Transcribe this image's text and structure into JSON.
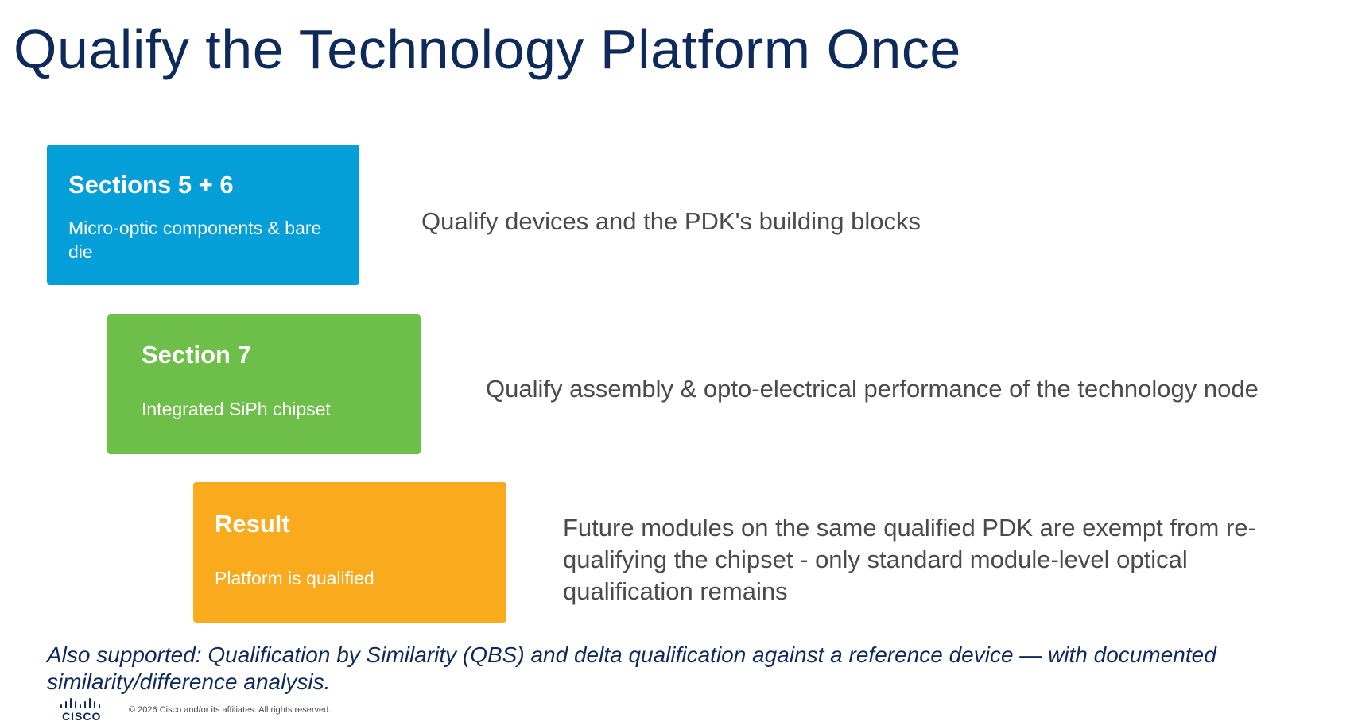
{
  "title": "Qualify the Technology Platform Once",
  "steps": [
    {
      "title": "Sections 5 + 6",
      "subtitle": "Micro-optic components & bare die",
      "description": "Qualify devices and the PDK's building blocks",
      "color": "#049fd9"
    },
    {
      "title": "Section 7",
      "subtitle": "Integrated SiPh chipset",
      "description": "Qualify assembly & opto-electrical performance of the technology node",
      "color": "#6ebe4a"
    },
    {
      "title": "Result",
      "subtitle": "Platform is qualified",
      "description": "Future modules on the same qualified PDK are exempt from re-qualifying the chipset - only standard module-level optical qualification remains",
      "color": "#f9aa1d"
    }
  ],
  "footnote": "Also supported: Qualification by Similarity (QBS) and delta qualification against a reference device — with documented similarity/difference analysis.",
  "footer": {
    "logo_text": "CISCO",
    "copyright": "© 2026  Cisco and/or its affiliates. All rights reserved."
  },
  "colors": {
    "title": "#0d2a5a",
    "body_text": "#4a4a4a"
  }
}
